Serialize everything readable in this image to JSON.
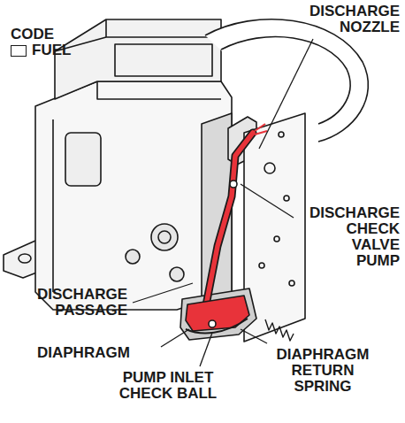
{
  "diagram": {
    "labels": [
      "CODE",
      "DISCHARGE NOZZLE",
      "DISCHARGE CHECK VALVE PUMP",
      "DISCHARGE PASSAGE",
      "DIAPHRAGM",
      "PUMP INLET CHECK BALL",
      "DIAPHRAGM RETURN SPRING"
    ],
    "legend": [
      {
        "text": "FUEL",
        "color": "#ffffff"
      }
    ]
  }
}
